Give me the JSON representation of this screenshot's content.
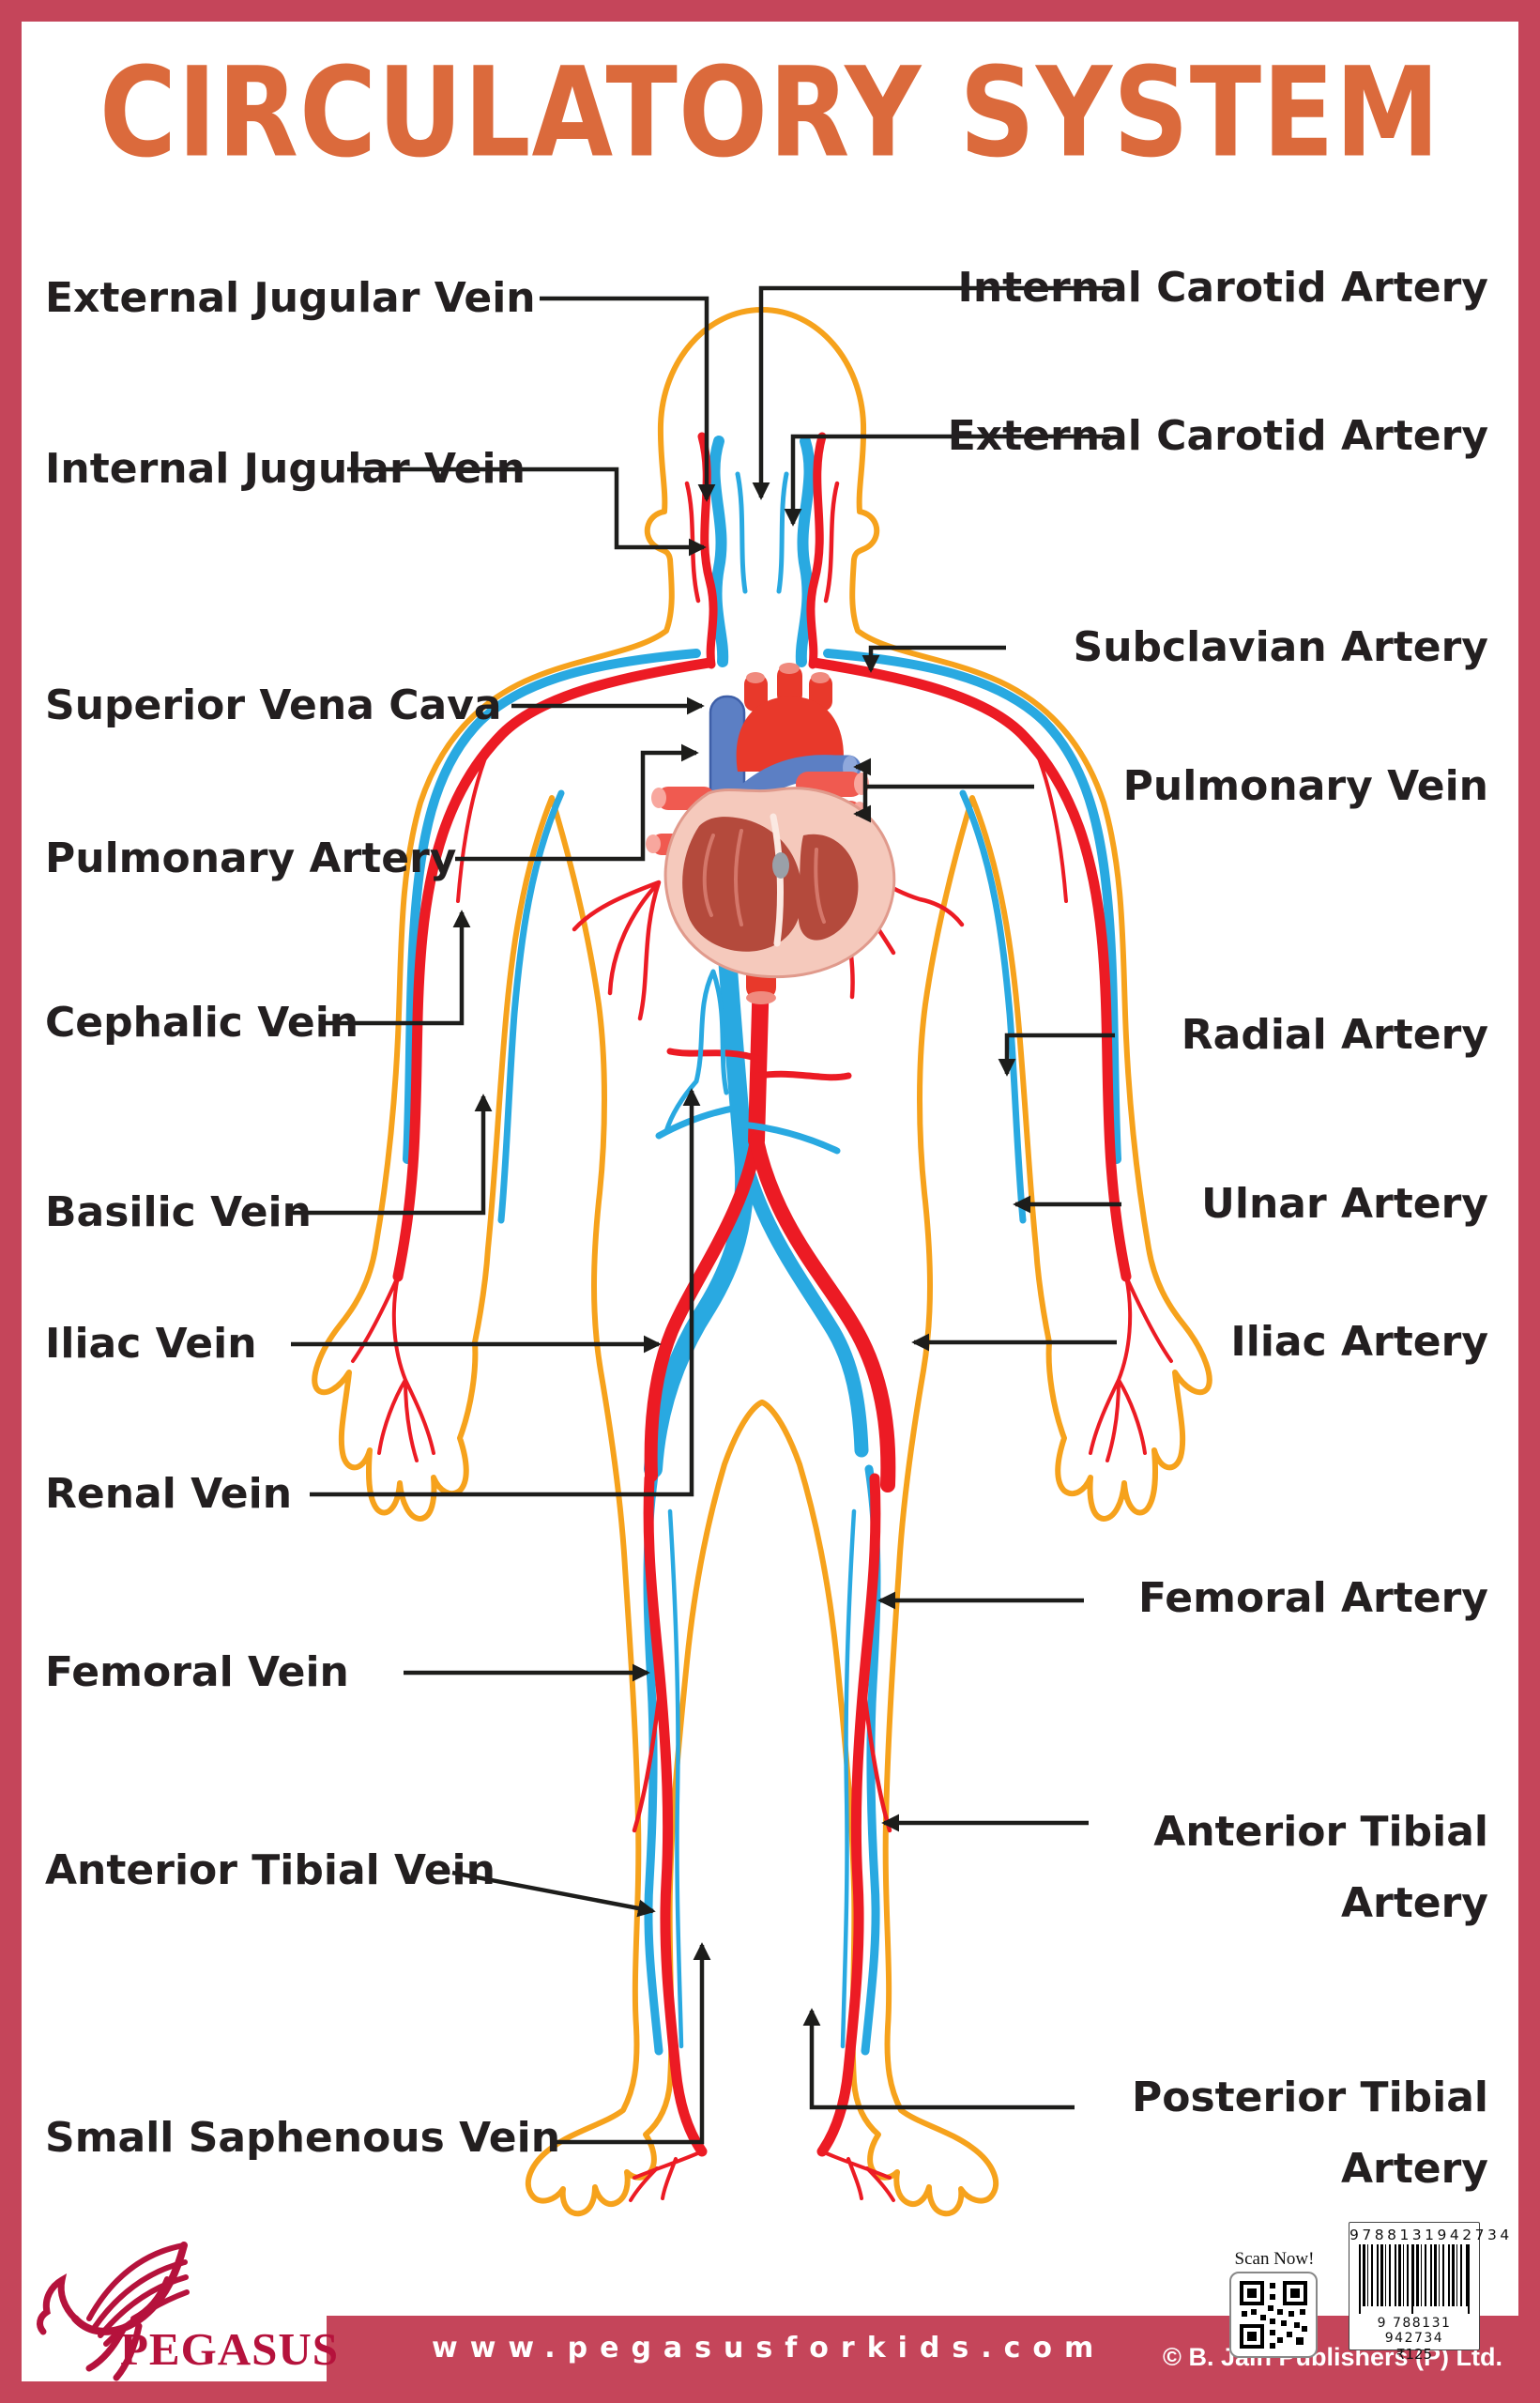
{
  "poster": {
    "title": "CIRCULATORY SYSTEM",
    "subject": "human-body-circulatory-system-diagram"
  },
  "labels": {
    "left": [
      {
        "text": "External Jugular Vein"
      },
      {
        "text": "Internal Jugular Vein"
      },
      {
        "text": "Superior Vena Cava"
      },
      {
        "text": "Pulmonary Artery"
      },
      {
        "text": "Cephalic Vein"
      },
      {
        "text": "Basilic Vein"
      },
      {
        "text": "Iliac Vein"
      },
      {
        "text": "Renal Vein"
      },
      {
        "text": "Femoral Vein"
      },
      {
        "text": "Anterior Tibial Vein"
      },
      {
        "text": "Small Saphenous Vein"
      }
    ],
    "right": [
      {
        "text": "Internal Carotid Artery"
      },
      {
        "text": "External Carotid Artery"
      },
      {
        "text": "Subclavian Artery"
      },
      {
        "text": "Pulmonary Vein"
      },
      {
        "text": "Radial Artery"
      },
      {
        "text": "Ulnar Artery"
      },
      {
        "text": "Iliac  Artery"
      },
      {
        "text": "Femoral Artery"
      },
      {
        "text": "Anterior Tibial\nArtery"
      },
      {
        "text": "Posterior Tibial\nArtery"
      }
    ]
  },
  "footer": {
    "brand": "PEGASUS",
    "website": "www.pegasusforkids.com",
    "scan_label": "Scan Now!",
    "isbn_top": "9788131942734",
    "isbn_bottom": "9 788131 942734",
    "price": "₹125",
    "copyright": "© B. Jain Publishers (P) Ltd."
  },
  "colors": {
    "frame": "#c5455a",
    "title_orange": "#db6a3c",
    "artery_red": "#ec1b24",
    "vein_blue": "#29a9e1",
    "body_outline_orange": "#f6a21c",
    "label_black": "#231f20",
    "brand_crimson": "#b5123c"
  }
}
